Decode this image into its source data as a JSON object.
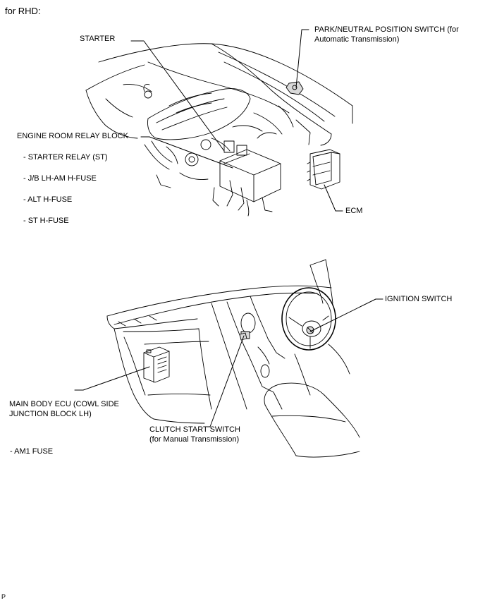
{
  "header": {
    "title": "for RHD:"
  },
  "labels": {
    "starter": "STARTER",
    "park_neutral_line1": "PARK/NEUTRAL POSITION SWITCH (for",
    "park_neutral_line2": "Automatic Transmission)",
    "engine_room_relay_block": "ENGINE ROOM RELAY BLOCK",
    "starter_relay": "- STARTER RELAY (ST)",
    "jb_lh_am_fuse": "- J/B LH-AM H-FUSE",
    "alt_fuse": "- ALT H-FUSE",
    "st_fuse": "- ST H-FUSE",
    "ecm": "ECM",
    "ignition_switch": "IGNITION SWITCH",
    "main_body_ecu_line1": "MAIN BODY ECU (COWL SIDE",
    "main_body_ecu_line2": "JUNCTION BLOCK LH)",
    "am1_fuse": "- AM1 FUSE",
    "clutch_start_line1": "CLUTCH START SWITCH",
    "clutch_start_line2": "(for Manual Transmission)"
  },
  "footer": {
    "corner_mark": "P"
  }
}
